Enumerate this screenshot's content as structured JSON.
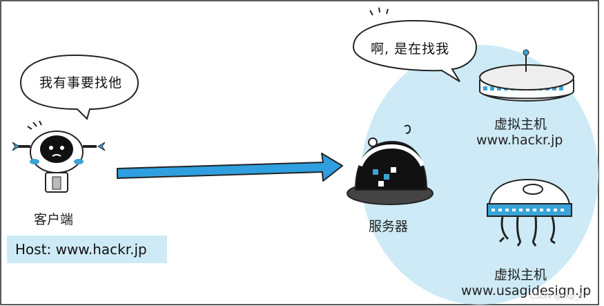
{
  "client": {
    "speech": "我有事要找他",
    "label": "客户端",
    "host_header": "Host: www.hackr.jp"
  },
  "server": {
    "speech": "啊, 是在找我",
    "label": "服务器"
  },
  "virtual_hosts": [
    {
      "label": "虚拟主机",
      "domain": "www.hackr.jp"
    },
    {
      "label": "虚拟主机",
      "domain": "www.usagidesign.jp"
    }
  ],
  "watermark": "CSDN @zxp_1",
  "colors": {
    "server_area": "#cdeaf6",
    "arrow": "#2f9fe0",
    "host_box": "#cdeaf6",
    "icon_accent": "#3aa3d8"
  }
}
